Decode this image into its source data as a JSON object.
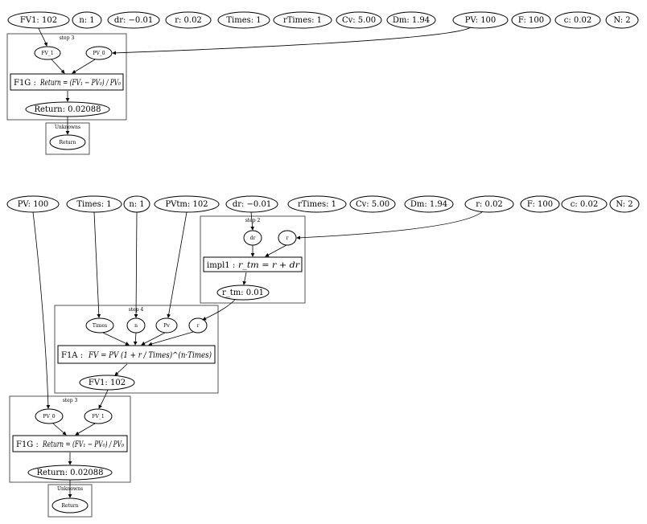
{
  "top": {
    "inputs": [
      {
        "id": "t_FV1",
        "label": "FV1: 102"
      },
      {
        "id": "t_n",
        "label": "n: 1"
      },
      {
        "id": "t_dr",
        "label": "dr: −0.01"
      },
      {
        "id": "t_r",
        "label": "r: 0.02"
      },
      {
        "id": "t_Times",
        "label": "Times: 1"
      },
      {
        "id": "t_rTimes",
        "label": "rTimes: 1"
      },
      {
        "id": "t_Cv",
        "label": "Cv: 5.00"
      },
      {
        "id": "t_Dm",
        "label": "Dm: 1.94"
      },
      {
        "id": "t_PV",
        "label": "PV: 100"
      },
      {
        "id": "t_F",
        "label": "F: 100"
      },
      {
        "id": "t_c",
        "label": "c: 0.02"
      },
      {
        "id": "t_N",
        "label": "N: 2"
      }
    ],
    "step3": {
      "title": "step 3",
      "in1": "FV_1",
      "in2": "PV_0",
      "formula_name": "F1G :",
      "formula_expr": "Return = (FV₁ − PV₀) / PV₀",
      "result": "Return: 0.02088"
    },
    "unknowns": {
      "title": "Unknowns",
      "item": "Return"
    }
  },
  "bottom": {
    "inputs": [
      {
        "id": "b_PV",
        "label": "PV: 100"
      },
      {
        "id": "b_Times",
        "label": "Times: 1"
      },
      {
        "id": "b_n",
        "label": "n: 1"
      },
      {
        "id": "b_PVtm",
        "label": "PVtm: 102"
      },
      {
        "id": "b_dr",
        "label": "dr: −0.01"
      },
      {
        "id": "b_rTimes",
        "label": "rTimes: 1"
      },
      {
        "id": "b_Cv",
        "label": "Cv: 5.00"
      },
      {
        "id": "b_Dm",
        "label": "Dm: 1.94"
      },
      {
        "id": "b_r",
        "label": "r: 0.02"
      },
      {
        "id": "b_F",
        "label": "F: 100"
      },
      {
        "id": "b_c",
        "label": "c: 0.02"
      },
      {
        "id": "b_N",
        "label": "N: 2"
      }
    ],
    "step2": {
      "title": "step 2",
      "in1": "dr",
      "in2": "r",
      "formula_name": "impl1 :",
      "formula_expr": "r_tm = r + dr",
      "result": "r_tm: 0.01"
    },
    "step4": {
      "title": "step 4",
      "in1": "Times",
      "in2": "n",
      "in3": "Pv",
      "in4": "r",
      "formula_name": "F1A :",
      "formula_expr": "FV = PV (1 + r / Times)^(n·Times)",
      "result": "FV1: 102"
    },
    "step3": {
      "title": "step 3",
      "in1": "PV_0",
      "in2": "FV_1",
      "formula_name": "F1G :",
      "formula_expr": "Return = (FV₁ − PV₀) / PV₀",
      "result": "Return: 0.02088"
    },
    "unknowns": {
      "title": "Unknowns",
      "item": "Return"
    }
  }
}
